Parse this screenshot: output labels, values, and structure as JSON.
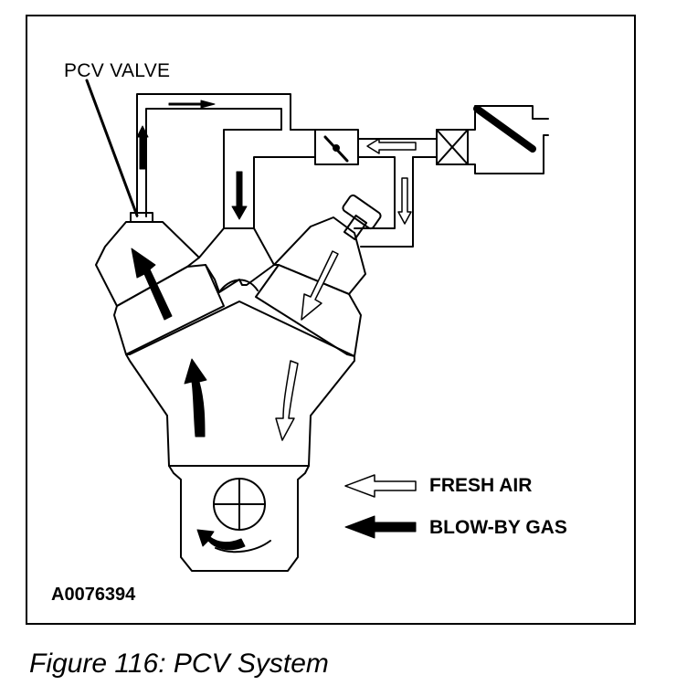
{
  "labels": {
    "pcv_valve": "PCV VALVE",
    "fresh_air": "FRESH AIR",
    "blow_by_gas": "BLOW-BY GAS",
    "figure_id": "A0076394"
  },
  "caption": "Figure 116: PCV System",
  "legend": [
    {
      "label_key": "fresh_air",
      "arrow": "hollow-arrow-icon",
      "color": "#ffffff"
    },
    {
      "label_key": "blow_by_gas",
      "arrow": "solid-arrow-icon",
      "color": "#000000"
    }
  ],
  "colors": {
    "ink": "#000000",
    "paper": "#ffffff"
  }
}
